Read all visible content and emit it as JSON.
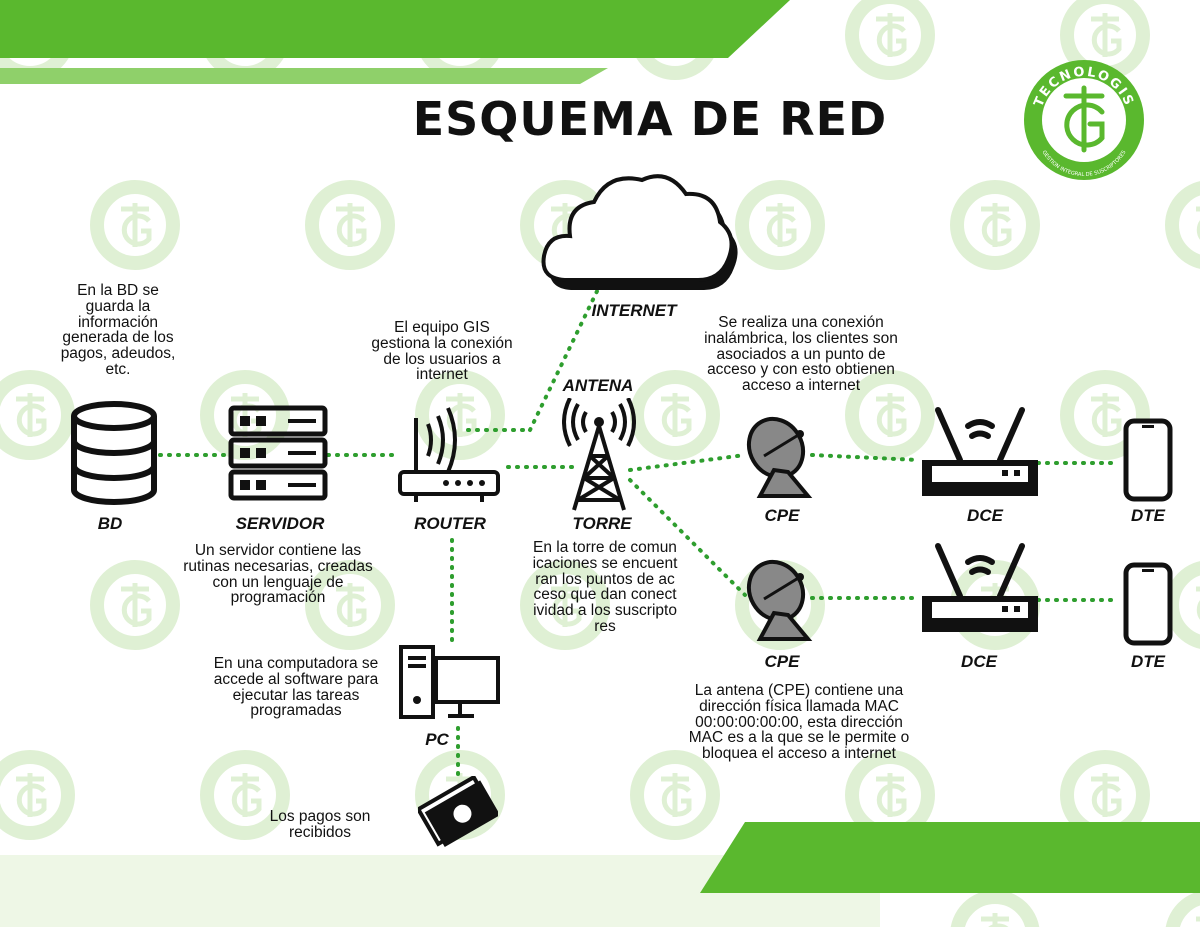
{
  "title": "ESQUEMA DE RED",
  "brand": {
    "name": "TECNOLOGIS",
    "tagline": "GESTION INTEGRAL DE SUSCRIPTORES",
    "mark": "TG"
  },
  "colors": {
    "accent": "#5ab82e",
    "accent_light": "#8fd06a",
    "watermark": "#dff0d4",
    "ink": "#111111",
    "link": "#2e9e2e"
  },
  "nodes": {
    "bd": "BD",
    "servidor": "SERVIDOR",
    "router": "ROUTER",
    "antena": "ANTENA",
    "torre": "TORRE",
    "internet": "INTERNET",
    "pc": "PC",
    "cpe_top": "CPE",
    "cpe_bottom": "CPE",
    "dce_top": "DCE",
    "dce_bottom": "DCE",
    "dte_top": "DTE",
    "dte_bottom": "DTE"
  },
  "notes": {
    "bd": "En la BD se guarda la información generada de los pagos, adeudos, etc.",
    "router": "El equipo GIS gestiona la conexión de los usuarios a internet",
    "wireless": "Se realiza una conexión inalámbrica, los clientes son asociados a un punto de acceso y con esto obtienen acceso a internet",
    "servidor": "Un servidor contiene las rutinas necesarias, creadas con un lenguaje de programación",
    "torre": "En la torre de comunicaciones se encuentran los puntos de acceso que dan conectividad a los suscriptores",
    "pc": "En una computadora se accede al software para ejecutar las tareas programadas",
    "cpe": "La antena (CPE) contiene una dirección física llamada MAC 00:00:00:00:00, esta dirección MAC es a la que se le permite o bloquea el acceso a internet",
    "pagos": "Los pagos son recibidos"
  },
  "icons": [
    "database-icon",
    "server-icon",
    "router-icon",
    "cloud-icon",
    "tower-icon",
    "satellite-dish-icon",
    "wifi-router-icon",
    "phone-icon",
    "computer-icon",
    "money-icon"
  ]
}
